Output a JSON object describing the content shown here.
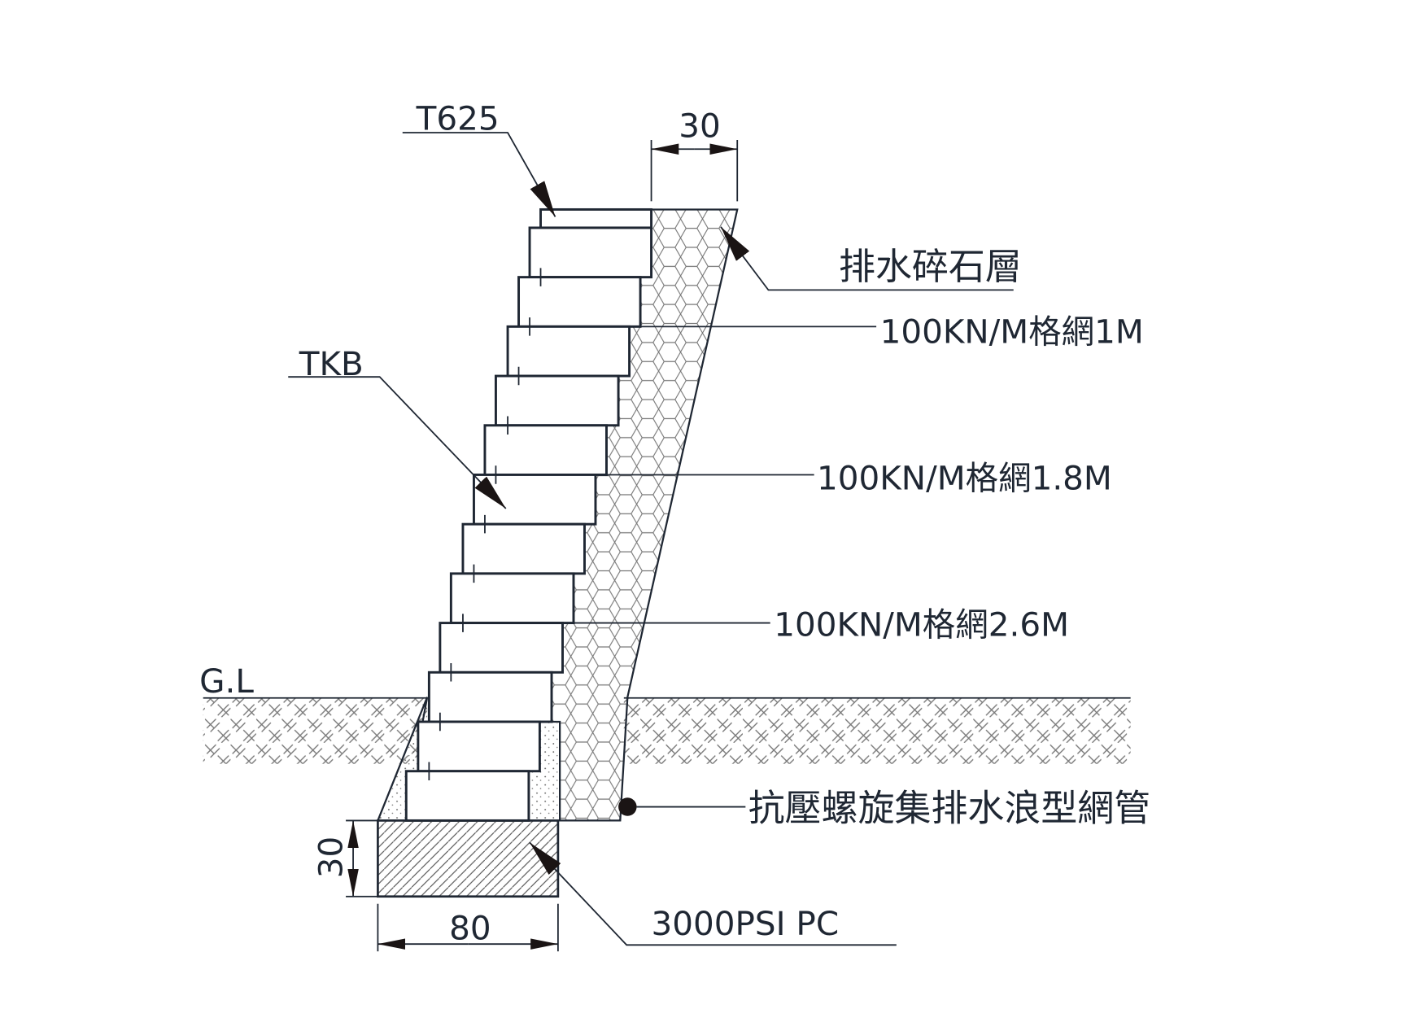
{
  "labels": {
    "top_block": "T625",
    "top_dimension": "30",
    "drainage_layer": "排水碎石層",
    "geogrid_1": "100KN/M格網1M",
    "block_type": "TKB",
    "geogrid_2": "100KN/M格網1.8M",
    "geogrid_3": "100KN/M格網2.6M",
    "ground_level": "G.L",
    "drain_pipe": "抗壓螺旋集排水浪型網管",
    "footing_height": "30",
    "footing_width": "80",
    "footing_material": "3000PSI PC"
  },
  "colors": {
    "line": "#1f2733",
    "arrow": "#1a1414"
  }
}
